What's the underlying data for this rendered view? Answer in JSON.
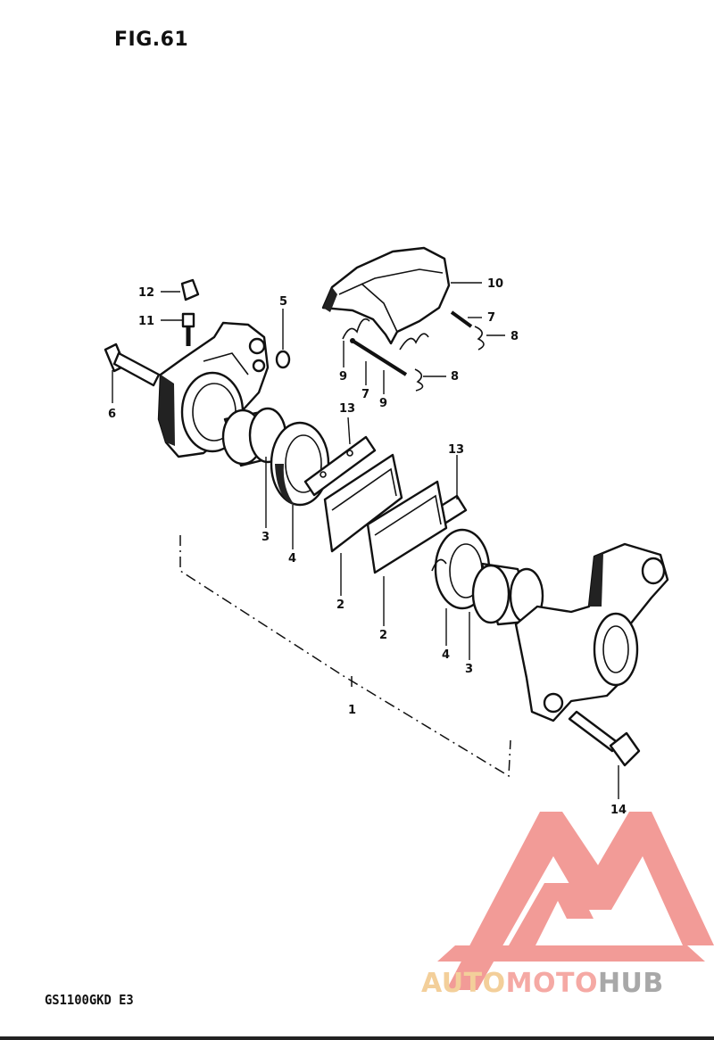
{
  "figure": {
    "title": "FIG.61",
    "model": "GS1100GKD  E3"
  },
  "callouts": {
    "c1": "1",
    "c2a": "2",
    "c2b": "2",
    "c3a": "3",
    "c3b": "3",
    "c4a": "4",
    "c4b": "4",
    "c5": "5",
    "c6": "6",
    "c7a": "7",
    "c7b": "7",
    "c8a": "8",
    "c8b": "8",
    "c9a": "9",
    "c9b": "9",
    "c10": "10",
    "c11": "11",
    "c12": "12",
    "c13a": "13",
    "c13b": "13",
    "c14": "14"
  },
  "watermark": {
    "part1": "AUTO",
    "part2": "MOTO",
    "part3": "HUB",
    "colors": {
      "auto": "#f3cf9a",
      "moto": "#f5a9a4",
      "hub": "#a8a8a8",
      "mark": "#f08a86"
    }
  }
}
